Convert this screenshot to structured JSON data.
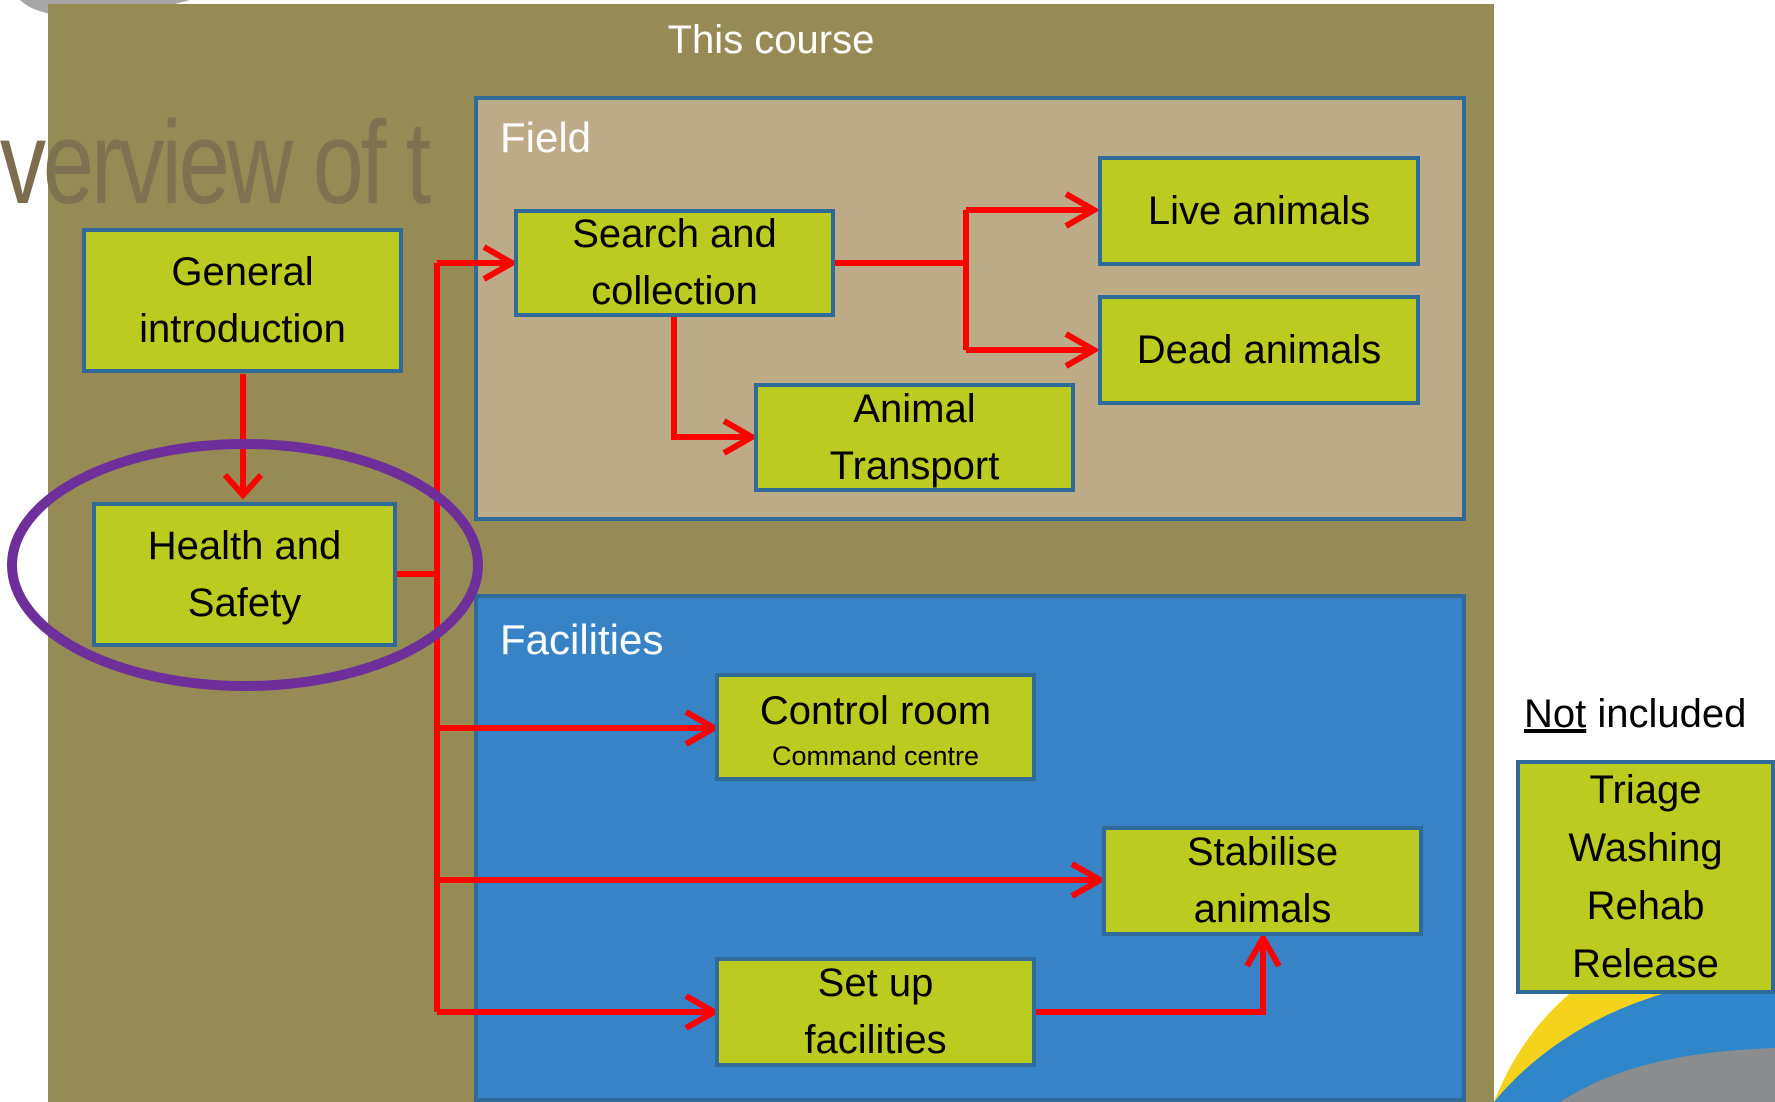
{
  "slide": {
    "background_title": "verview of t",
    "course_title": "This course"
  },
  "panels": {
    "field_label": "Field",
    "facilities_label": "Facilities"
  },
  "boxes": {
    "general_intro": [
      "General",
      "introduction"
    ],
    "health_safety": [
      "Health and",
      "Safety"
    ],
    "search_collection": [
      "Search and",
      "collection"
    ],
    "live_animals": "Live animals",
    "dead_animals": "Dead animals",
    "animal_transport": [
      "Animal",
      "Transport"
    ],
    "control_room": "Control room",
    "control_room_sub": "Command centre",
    "stabilise": [
      "Stabilise",
      "animals"
    ],
    "setup": [
      "Set up",
      "facilities"
    ]
  },
  "not_included": {
    "label_underlined": "Not",
    "label_rest": " included",
    "items": [
      "Triage",
      "Washing",
      "Rehab",
      "Release"
    ]
  },
  "colors": {
    "course_panel": "#968b55",
    "field_panel": "#bdab87",
    "facilities_panel": "#3883c6",
    "box_fill": "#bccb1f",
    "box_border": "#2f6a98",
    "arrow": "#ff0000",
    "highlight_ellipse": "#6e2f9a",
    "logo_yellow": "#f5d21b",
    "logo_blue": "#2f86c8",
    "logo_gray": "#8a8c8e"
  }
}
